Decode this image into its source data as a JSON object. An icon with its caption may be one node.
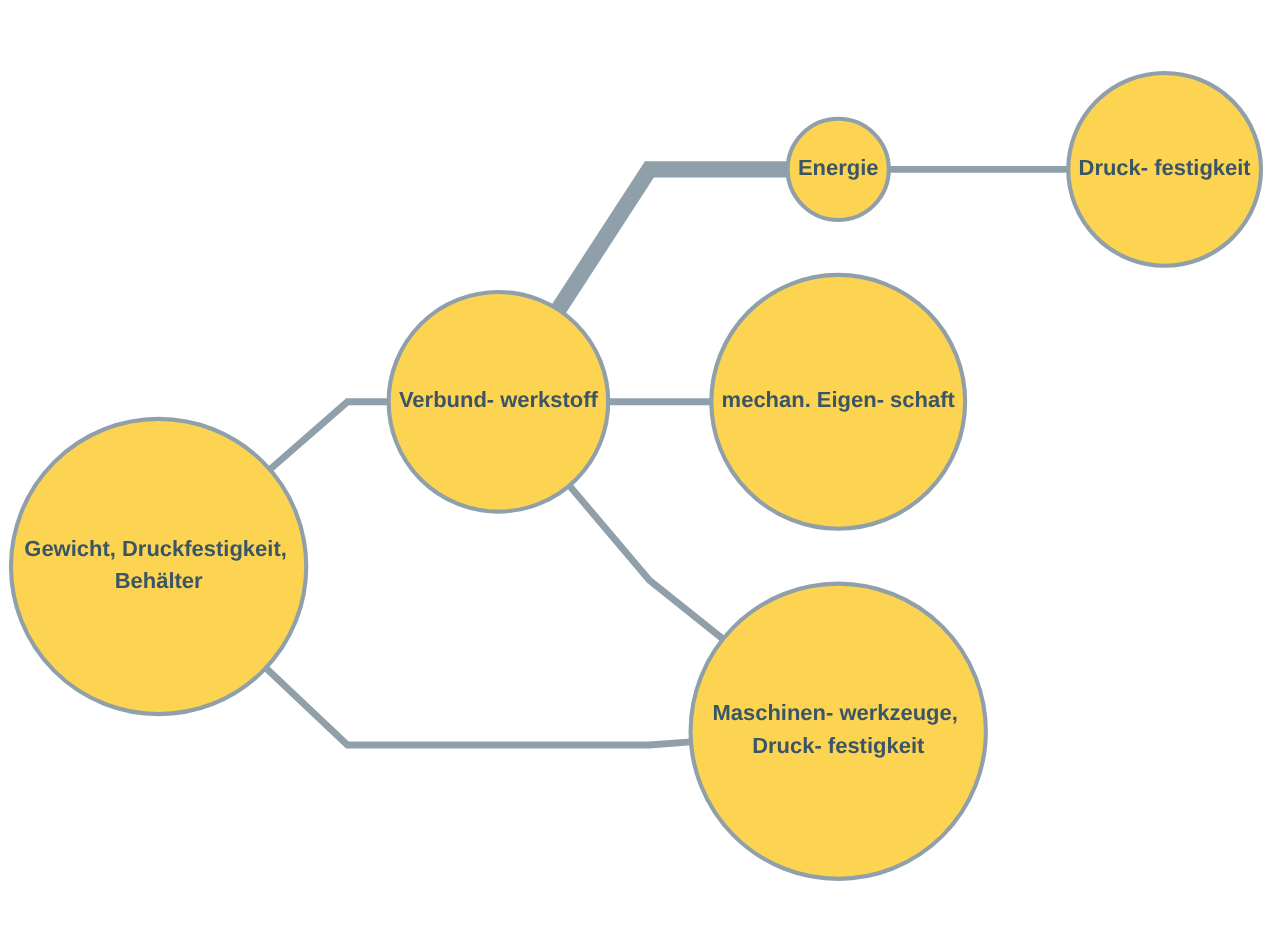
{
  "diagram": {
    "nodes": [
      {
        "text": [
          "Gewicht, Druckfestigkeit, Behälter"
        ]
      },
      {
        "text": [
          "Verbund- werkstoff"
        ]
      },
      {
        "text": [
          "Druck- festigkeit"
        ]
      },
      {
        "text": [
          "Energie"
        ]
      },
      {
        "text": [
          "mechan. Eigen- schaft"
        ]
      },
      {
        "text": [
          "Maschinen- werkzeuge, Druck- festigkeit"
        ]
      }
    ],
    "edges": [
      {
        "from": 0,
        "to": 1,
        "arrow": "none"
      },
      {
        "from": 0,
        "to": 5,
        "arrow": "none"
      },
      {
        "from": 1,
        "to": 3,
        "arrow": "none",
        "style": "thick"
      },
      {
        "from": 1,
        "to": 5,
        "arrow": "none"
      },
      {
        "from": 1,
        "to": 4,
        "arrow": "none"
      },
      {
        "from": 3,
        "to": 2,
        "arrow": "none"
      }
    ]
  }
}
